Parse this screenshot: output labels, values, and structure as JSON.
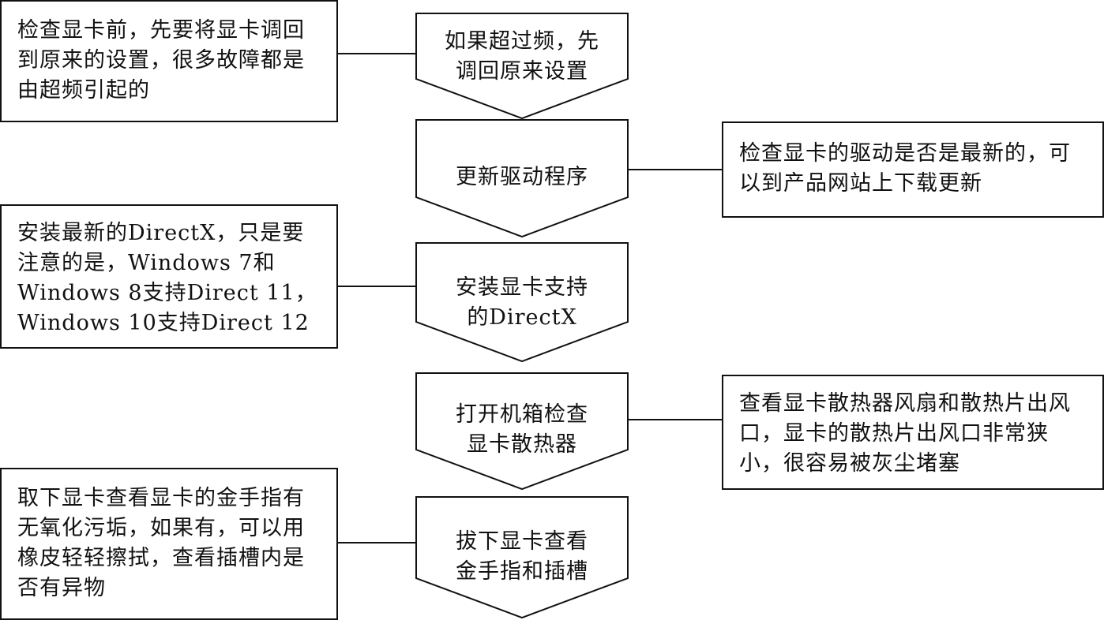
{
  "steps": [
    {
      "text": "如果超过频，先\n调回原来设置"
    },
    {
      "text": "更新驱动程序"
    },
    {
      "text": "安装显卡支持\n的DirectX"
    },
    {
      "text": "打开机箱检查\n显卡散热器"
    },
    {
      "text": "拔下显卡查看\n金手指和插槽"
    }
  ],
  "notes": {
    "note_overclock": "检查显卡前，先要将显卡调回到原来的设置，很多故障都是由超频引起的",
    "note_driver": "检查显卡的驱动是否是最新的，可以到产品网站上下载更新",
    "note_directx": "安装最新的DirectX，只是要注意的是，Windows 7和Windows 8支持Direct 11，Windows 10支持Direct 12",
    "note_heatsink": "查看显卡散热器风扇和散热片出风口，显卡的散热片出风口非常狭小，很容易被灰尘堵塞",
    "note_goldfinger": "取下显卡查看显卡的金手指有无氧化污垢，如果有，可以用橡皮轻轻擦拭，查看插槽内是否有异物"
  }
}
